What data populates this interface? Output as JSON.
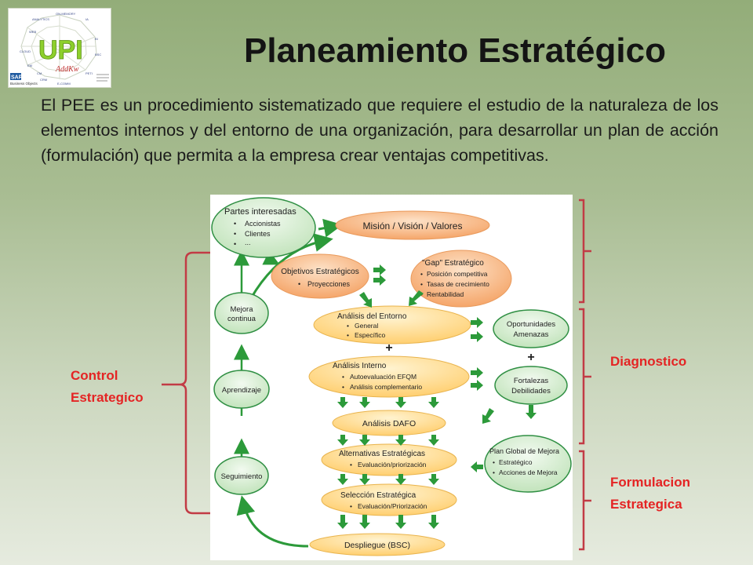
{
  "header": {
    "title": "Planeamiento Estratégico",
    "intro": "El PEE es un procedimiento sistematizado que requiere el estudio de la naturaleza de los elementos internos y del entorno de una organización, para desarrollar un plan de acción (formulación) que permita a la empresa crear ventajas competitivas."
  },
  "logo": {
    "wordmark": "UPI",
    "brand": "AddKw",
    "sap": "SAP",
    "sap_sub": "Business Objects",
    "radar_labels": [
      "ON-MEMORY",
      "ANALYTICS",
      "WEB",
      "IA",
      "CLOUD",
      "BI",
      "BSC",
      "EM",
      "E-COMM",
      "PETI",
      "CRM",
      "CM"
    ]
  },
  "side_labels": {
    "control": [
      "Control",
      "Estrategico"
    ],
    "diagnostico": "Diagnostico",
    "formulacion": [
      "Formulacion",
      "Estrategica"
    ]
  },
  "diagram": {
    "partes": {
      "title": "Partes interesadas",
      "items": [
        "Accionistas",
        "Clientes",
        "..."
      ]
    },
    "mision": "Misión / Visión / Valores",
    "objetivos": {
      "title": "Objetivos Estratégicos",
      "items": [
        "Proyecciones"
      ]
    },
    "gap": {
      "title": "\"Gap\" Estratégico",
      "items": [
        "Posición competitiva",
        "Tasas de crecimiento",
        "Rentabilidad"
      ]
    },
    "mejora": [
      "Mejora",
      "continua"
    ],
    "entorno": {
      "title": "Análisis del Entorno",
      "items": [
        "General",
        "Específico"
      ]
    },
    "oportunidades": [
      "Oportunidades",
      "Amenazas"
    ],
    "plus": "+",
    "interno": {
      "title": "Análisis Interno",
      "items": [
        "Autoevaluación EFQM",
        "Análisis complementario"
      ]
    },
    "fortalezas": [
      "Fortalezas",
      "Debilidades"
    ],
    "aprendizaje": "Aprendizaje",
    "dafo": "Análisis DAFO",
    "plan": {
      "title": "Plan Global de Mejora",
      "items": [
        "Estratégico",
        "Acciones de Mejora"
      ]
    },
    "alternativas": {
      "title": "Alternativas Estratégicas",
      "items": [
        "Evaluación/priorización"
      ]
    },
    "seguimiento": "Seguimiento",
    "seleccion": {
      "title": "Selección Estratégica",
      "items": [
        "Evaluación/Priorización"
      ]
    },
    "despliegue": "Despliegue (BSC)"
  },
  "colors": {
    "orange_fill": "#f7b27a",
    "yellow_fill": "#ffd98a",
    "green_fill": "#d6ecd2",
    "green_stroke": "#2f8f43",
    "arrow_green": "#2c9a3a",
    "bracket": "#c23b45",
    "label_red": "#e42424"
  }
}
